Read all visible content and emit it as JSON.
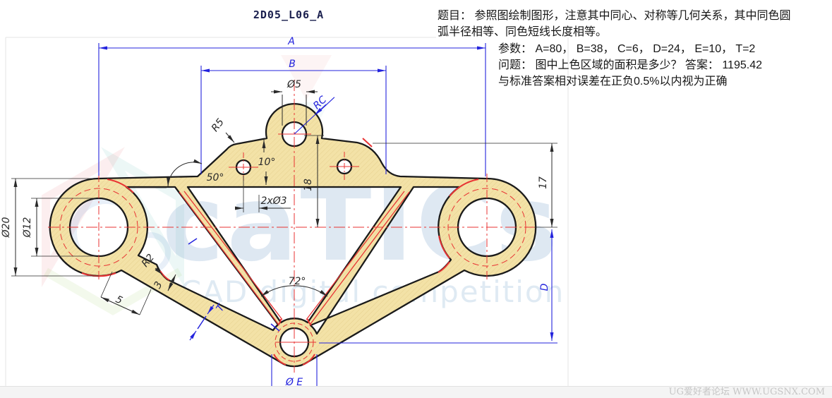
{
  "title": "2D05_L06_A",
  "problem": {
    "line1": "题目： 参照图绘制图形，注意其中同心、对称等几何关系，其中同色圆",
    "line2": "弧半径相等、同色短线长度相等。",
    "line3": "参数：  A=80， B=38， C=6， D=24， E=10， T=2",
    "line4": "问题：  图中上色区域的面积是多少？  答案：  1195.42",
    "line5": "与标准答案相对误差在正负0.5%以内视为正确"
  },
  "dims": {
    "A": "A",
    "B": "B",
    "dia5": "Ø5",
    "RC": "RC",
    "R5": "R5",
    "ang10": "10°",
    "ang50": "50°",
    "len18": "18",
    "holes2x3": "2xØ3",
    "dia20": "Ø20",
    "dia12": "Ø12",
    "R2": "R2",
    "len3": "3",
    "len5": "5",
    "T": "T",
    "ang72": "72°",
    "diaE": "Ø E",
    "D": "D",
    "len17": "17"
  },
  "watermark": {
    "logo": "caTICs",
    "subtitle": "CAD digital competition",
    "footer": "UG爱好者论坛 WWW.UGSNX.COM"
  },
  "colors": {
    "shape_fill": "#f3e2a7",
    "outline": "#1a1a1a",
    "dimension_blue": "#2323dd",
    "centerline_red": "#e83333",
    "answer_value": "1195.42"
  }
}
